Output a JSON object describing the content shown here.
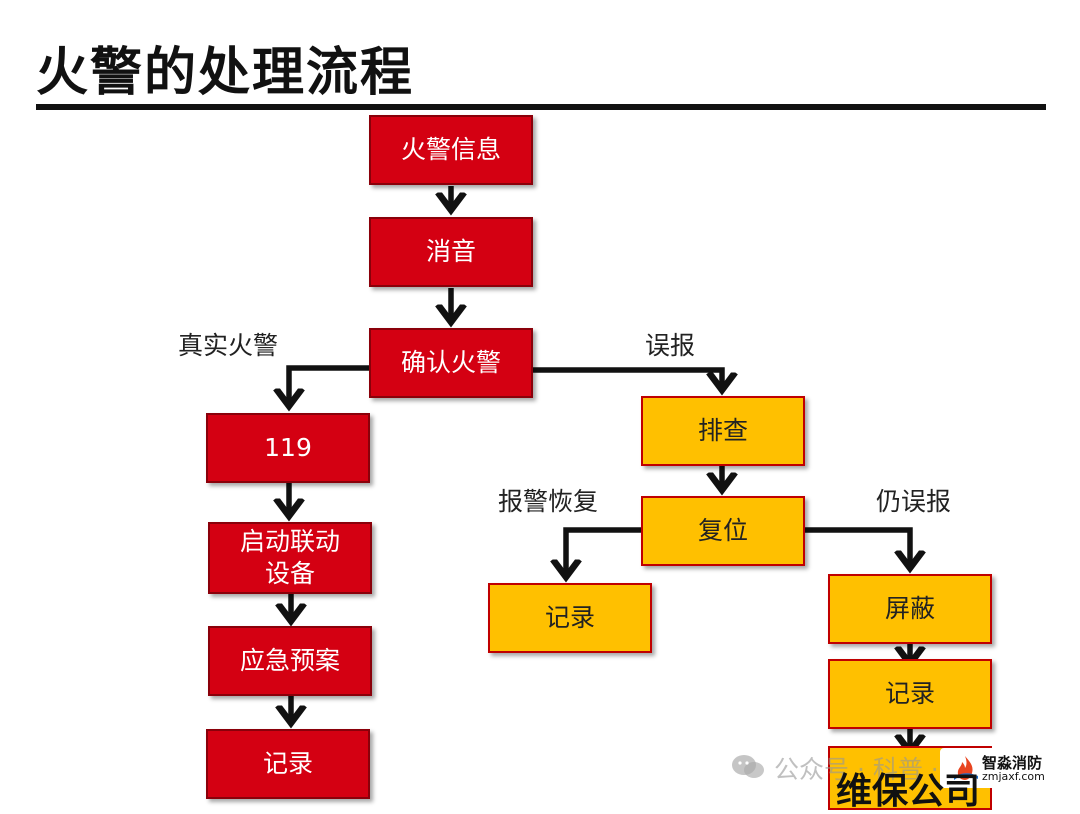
{
  "title": "火警的处理流程",
  "colors": {
    "red": "#d40012",
    "yellow": "#ffc000",
    "arrow": "#111111"
  },
  "nodes": {
    "fire_info": "火警信息",
    "silence": "消音",
    "confirm": "确认火警",
    "call_119": "119",
    "start_linked_line1": "启动联动",
    "start_linked_line2": "设备",
    "emergency_plan": "应急预案",
    "record_left": "记录",
    "investigate": "排查",
    "reset": "复位",
    "record_mid": "记录",
    "shield": "屏蔽",
    "record_right": "记录"
  },
  "edge_labels": {
    "real_fire": "真实火警",
    "false_alarm": "误报",
    "alarm_recovered": "报警恢复",
    "still_false": "仍误报"
  },
  "watermark": {
    "wechat_icon": "wechat-icon",
    "account_text": "公众号 · 科普 · 研",
    "logo_name": "智淼消防",
    "logo_url": "zmjaxf.com",
    "brand_text": "维保公司"
  }
}
